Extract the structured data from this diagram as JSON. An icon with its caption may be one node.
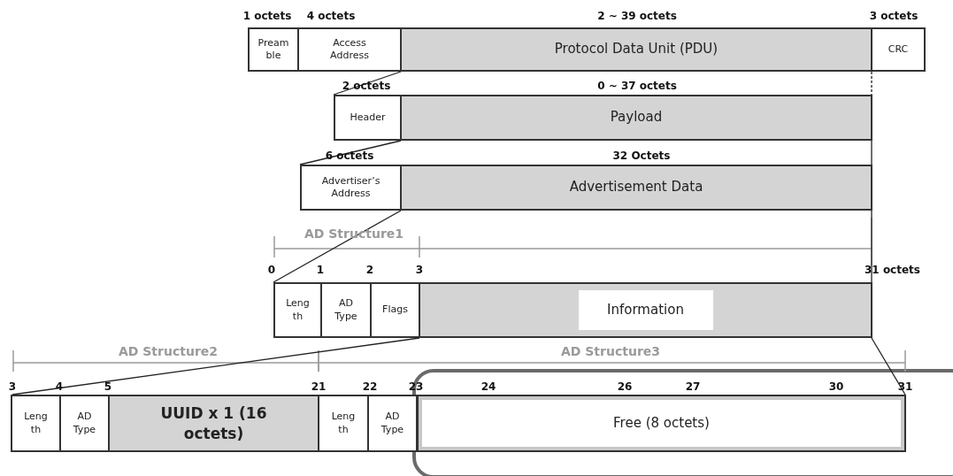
{
  "diagram": {
    "nodes": [
      {
        "text": [
          "Pream ble"
        ]
      },
      {
        "text": [
          "Access Address"
        ]
      },
      {
        "text": [
          "Protocol Data Unit (PDU)"
        ]
      },
      {
        "text": [
          "CRC"
        ]
      },
      {
        "text": [
          "Header"
        ]
      },
      {
        "text": [
          "Payload"
        ]
      },
      {
        "text": [
          "Advertiser’s Address"
        ]
      },
      {
        "text": [
          "Advertisement Data"
        ]
      },
      {
        "text": [
          "Leng th"
        ]
      },
      {
        "text": [
          "AD Type"
        ]
      },
      {
        "text": [
          "Flags"
        ]
      },
      {
        "text": [
          "Information"
        ]
      },
      {
        "text": [
          "Leng th"
        ]
      },
      {
        "text": [
          "AD Type"
        ]
      },
      {
        "text": [
          "UUID x 1 (16 octets)"
        ]
      },
      {
        "text": [
          "Leng th"
        ]
      },
      {
        "text": [
          "AD Type"
        ]
      },
      {
        "text": [
          "Free (8 octets)"
        ]
      }
    ],
    "edges": [
      {
        "from": 1,
        "to": 4,
        "arrow": "none"
      },
      {
        "from": 3,
        "to": 5,
        "arrow": "none",
        "style": "dashed"
      },
      {
        "from": 4,
        "to": 6,
        "arrow": "none"
      },
      {
        "from": 5,
        "to": 7,
        "arrow": "none"
      },
      {
        "from": 6,
        "to": 8,
        "arrow": "none"
      },
      {
        "from": 7,
        "to": 11,
        "arrow": "none"
      },
      {
        "from": 10,
        "to": 12,
        "arrow": "none"
      },
      {
        "from": 11,
        "to": 17,
        "arrow": "none"
      }
    ],
    "labels": [
      "1 octets",
      "4 octets",
      "2 ~ 39 octets",
      "3 octets",
      "2 octets",
      "0 ~ 37 octets",
      "6 octets",
      "32 Octets",
      "AD Structure1",
      "0",
      "1",
      "2",
      "3",
      "31 octets",
      "AD Structure2",
      "AD Structure3",
      "3",
      "4",
      "5",
      "21",
      "22",
      "23",
      "24",
      "26",
      "27",
      "30",
      "31"
    ]
  }
}
